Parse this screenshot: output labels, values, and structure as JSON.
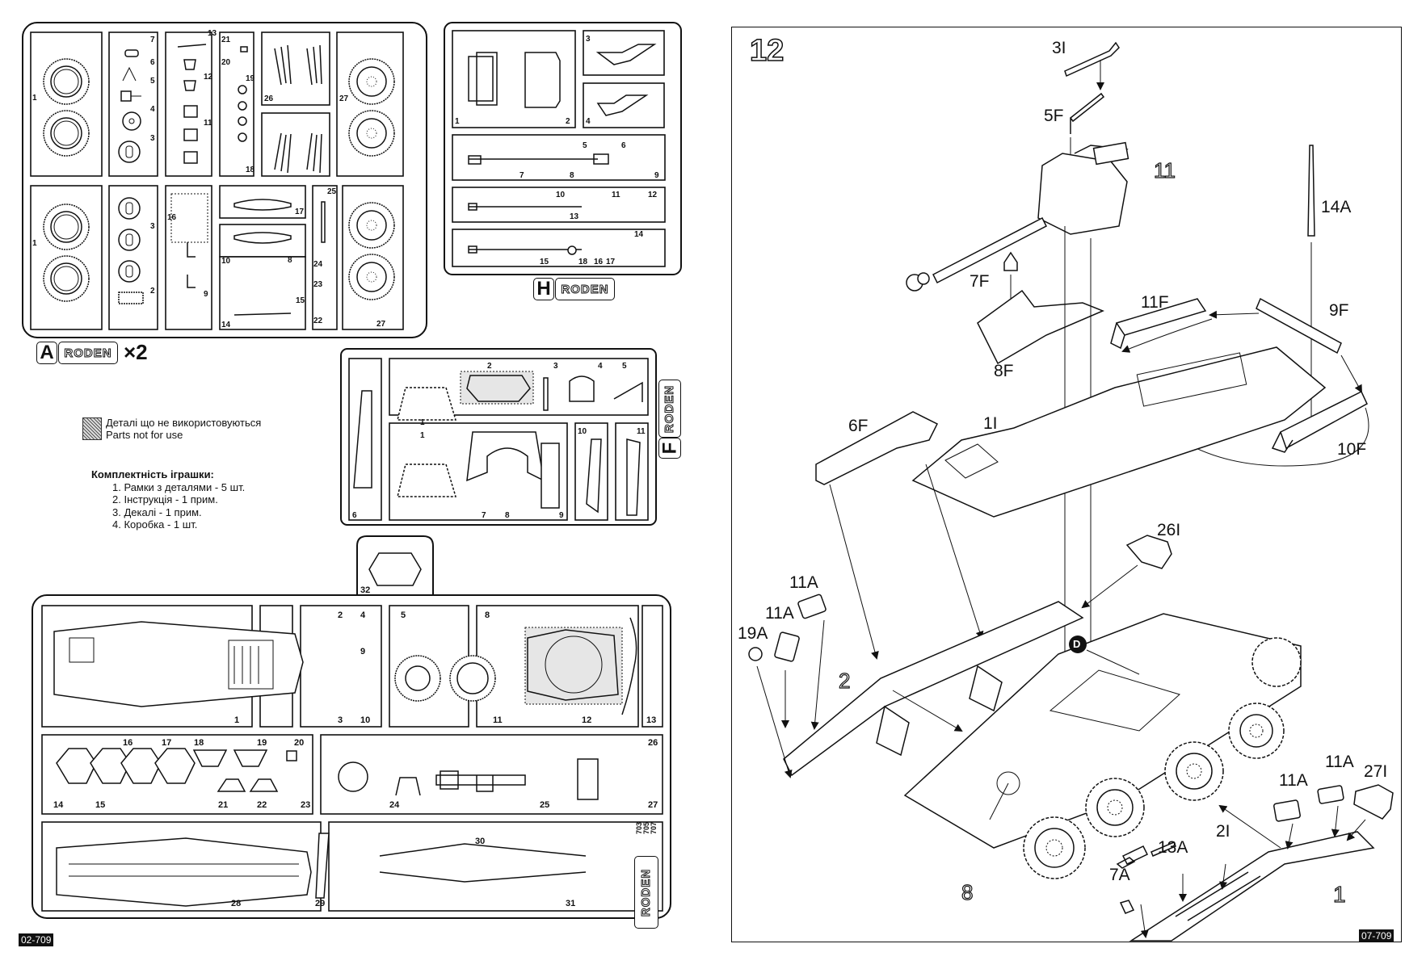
{
  "left_page": {
    "sprue_a": {
      "letter": "A",
      "brand": "RODEN",
      "multiplier": "×2",
      "part_numbers": [
        "1",
        "1",
        "2",
        "3",
        "3",
        "4",
        "5",
        "6",
        "7",
        "8",
        "9",
        "10",
        "11",
        "12",
        "13",
        "14",
        "15",
        "16",
        "17",
        "18",
        "19",
        "20",
        "21",
        "22",
        "23",
        "24",
        "25",
        "26",
        "27",
        "27"
      ]
    },
    "sprue_h": {
      "letter": "H",
      "brand": "RODEN",
      "part_numbers": [
        "1",
        "2",
        "3",
        "4",
        "5",
        "6",
        "7",
        "8",
        "9",
        "10",
        "11",
        "12",
        "13",
        "14",
        "15",
        "16",
        "17",
        "18"
      ]
    },
    "sprue_f": {
      "letter": "F",
      "brand": "RODEN",
      "part_numbers": [
        "1",
        "1",
        "2",
        "3",
        "4",
        "5",
        "6",
        "7",
        "8",
        "9",
        "10",
        "11"
      ]
    },
    "sprue_main": {
      "brand": "RODEN",
      "kit_codes": [
        "703",
        "705",
        "707"
      ],
      "part_numbers": [
        "1",
        "2",
        "3",
        "4",
        "5",
        "8",
        "9",
        "10",
        "11",
        "12",
        "13",
        "14",
        "15",
        "16",
        "17",
        "18",
        "19",
        "20",
        "21",
        "22",
        "23",
        "24",
        "25",
        "26",
        "27",
        "28",
        "29",
        "30",
        "31",
        "32"
      ]
    },
    "legend": {
      "line_uk": "Деталі що не використовуються",
      "line_en": "Parts not for use"
    },
    "contents": {
      "heading": "Комплектність іграшки:",
      "items": [
        "1. Рамки з деталями - 5  шт.",
        "2. Інструкція - 1 прим.",
        "3. Декалі - 1 прим.",
        "4. Коробка - 1 шт."
      ]
    },
    "page_code": "02-709"
  },
  "right_page": {
    "step_number": "12",
    "callouts": {
      "c3I": "3I",
      "c5F": "5F",
      "c11": "11",
      "c14A": "14A",
      "c7F": "7F",
      "c11F": "11F",
      "c9F": "9F",
      "c8F": "8F",
      "c1I": "1I",
      "c6F": "6F",
      "c10F": "10F",
      "c26I": "26I",
      "c11A_a": "11A",
      "c11A_b": "11A",
      "c19A": "19A",
      "c2": "2",
      "cD": "D",
      "c8": "8",
      "c11A_c": "11A",
      "c11A_d": "11A",
      "c27I": "27I",
      "c13A": "13A",
      "c2I": "2I",
      "c7A": "7A",
      "c1": "1"
    },
    "page_code": "07-709"
  }
}
